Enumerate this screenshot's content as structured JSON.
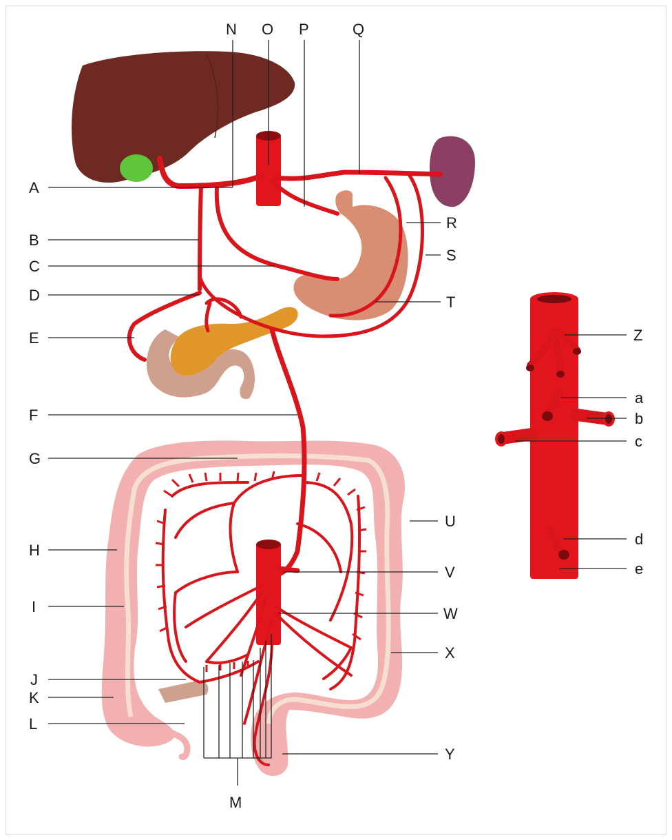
{
  "labels": {
    "A": "A",
    "B": "B",
    "C": "C",
    "D": "D",
    "E": "E",
    "F": "F",
    "G": "G",
    "H": "H",
    "I": "I",
    "J": "J",
    "K": "K",
    "L": "L",
    "M": "M",
    "N": "N",
    "O": "O",
    "P": "P",
    "Q": "Q",
    "R": "R",
    "S": "S",
    "T": "T",
    "U": "U",
    "V": "V",
    "W": "W",
    "X": "X",
    "Y": "Y",
    "Z": "Z",
    "a": "a",
    "b": "b",
    "c": "c",
    "d": "d",
    "e": "e"
  },
  "colors": {
    "artery": "#e3161d",
    "liver": "#6e2a22",
    "gallbladder": "#5fc53a",
    "spleen": "#8a3f63",
    "stomach": "#d98d72",
    "pancreas": "#e1962a",
    "duodenum": "#cfa08e",
    "colon": "#f2b1b0",
    "taenia": "#f7dfcf"
  }
}
